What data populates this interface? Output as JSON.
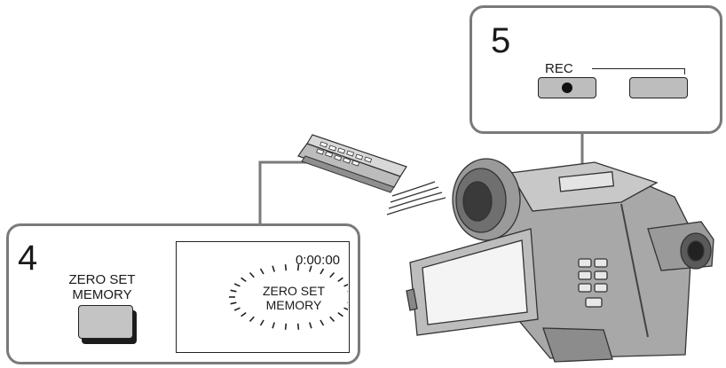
{
  "step5": {
    "number": "5",
    "rec_label": "REC"
  },
  "step4": {
    "number": "4",
    "button_label_line1": "ZERO SET",
    "button_label_line2": "MEMORY",
    "display": {
      "counter": "0:00:00",
      "flash_line1": "ZERO SET",
      "flash_line2": "MEMORY"
    }
  },
  "colors": {
    "frame": "#7a7a7a",
    "button": "#bdbdbd",
    "ink": "#1a1a1a"
  },
  "icons": [
    "camcorder-illustration",
    "remote-control-icon",
    "infrared-signal-icon",
    "rec-dot-icon"
  ]
}
